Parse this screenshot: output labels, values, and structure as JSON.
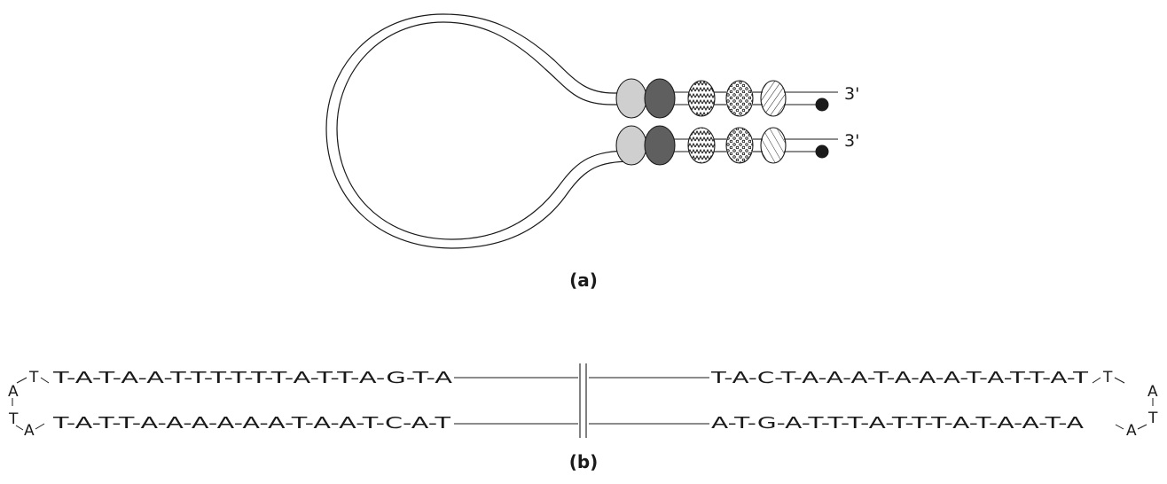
{
  "panel_a": {
    "caption": "(a)",
    "strand_top_end": "3'",
    "strand_bottom_end": "3'",
    "colors": {
      "light_gray": "#cfcfcf",
      "dark_gray": "#5f5f5f",
      "line": "#1a1a1a"
    },
    "bead_patterns": [
      "zigzag",
      "dots",
      "diagonal-hatch"
    ]
  },
  "panel_b": {
    "caption": "(b)",
    "top_strand": "T-A-T-A-A-T-T-T-T-T-T-A-T-T-A-G-T-A",
    "top_strand_right": "T-A-C-T-A-A-A-T-A-A-A-T-A-T-T-A-T",
    "bottom_strand": "T-A-T-T-A-A-A-A-A-A-T-A-A-T-C-A-T",
    "bottom_strand_right": "A-T-G-A-T-T-T-A-T-T-T-A-T-A-A-T-A",
    "left_loop": [
      "A",
      "T",
      "A"
    ],
    "right_loop": [
      "T",
      "A",
      "T",
      "A"
    ]
  }
}
